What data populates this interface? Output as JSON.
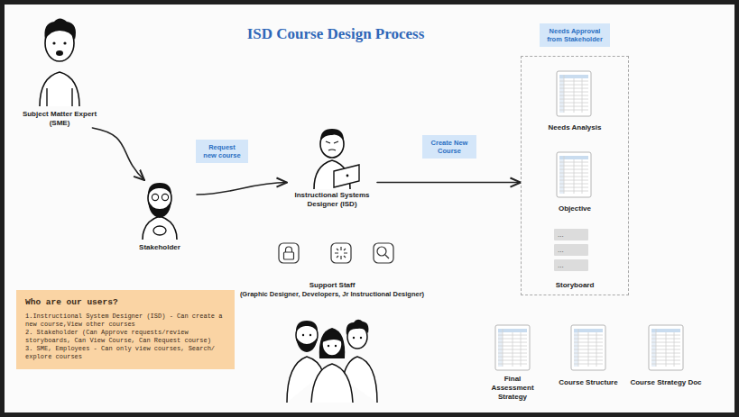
{
  "diagram": {
    "title": "ISD Course Design Process",
    "nodes": [
      {
        "text": [
          "Subject Matter Expert (SME)"
        ]
      },
      {
        "text": [
          "Stakeholder"
        ]
      },
      {
        "text": [
          "Instructional Systems Designer (ISD)"
        ]
      },
      {
        "text": [
          "Needs Approval from Stakeholder"
        ]
      },
      {
        "text": [
          "Needs Analysis"
        ],
        "in": 3
      },
      {
        "text": [
          "Objective"
        ],
        "in": 3
      },
      {
        "text": [
          "...",
          "...",
          "...",
          "Storyboard"
        ],
        "in": 3
      },
      {
        "text": [
          "Support Staff",
          "(Graphic Designer, Developers, Jr Instructional Designer)"
        ]
      },
      {
        "text": [
          "Who are our users?",
          "1.Instructional System Designer (ISD) - Can create a new course,View other courses",
          "2. Stakeholder (Can Approve requests/review storyboards, Can View Course, Can Request course)",
          "3. SME, Employees - Can only view courses, Search/ explore courses"
        ]
      },
      {
        "text": [
          "Final Assessment Strategy"
        ]
      },
      {
        "text": [
          "Course Structure"
        ]
      },
      {
        "text": [
          "Course Strategy Doc"
        ]
      }
    ],
    "edges": [
      {
        "from": 0,
        "to": 1,
        "arrow": "to"
      },
      {
        "from": 1,
        "to": 2,
        "label": "Request new course",
        "arrow": "to"
      },
      {
        "from": 2,
        "to": 3,
        "label": "Create New Course",
        "arrow": "to"
      }
    ]
  }
}
